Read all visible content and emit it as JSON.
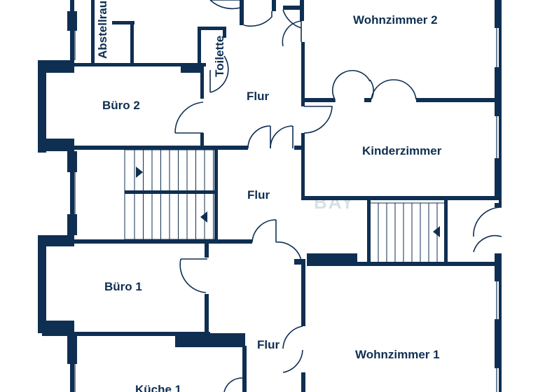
{
  "plan": {
    "wall_color": "#0f2f52",
    "background": "#ffffff",
    "watermark_fragment": "BAY",
    "rooms": {
      "abstellraum": "Abstellrau",
      "toilette": "Toilette",
      "wohnzimmer_2": "Wohnzimmer 2",
      "buero_2": "Büro 2",
      "flur_upper": "Flur",
      "kinderzimmer": "Kinderzimmer",
      "flur_middle": "Flur",
      "buero_1": "Büro 1",
      "flur_lower": "Flur",
      "wohnzimmer_1": "Wohnzimmer 1",
      "kueche_1": "Küche 1"
    },
    "icons": {
      "stair_arrow_upper": "arrow-right-icon",
      "stair_arrow_lower": "arrow-left-icon",
      "stair_arrow_right": "arrow-left-icon"
    }
  }
}
